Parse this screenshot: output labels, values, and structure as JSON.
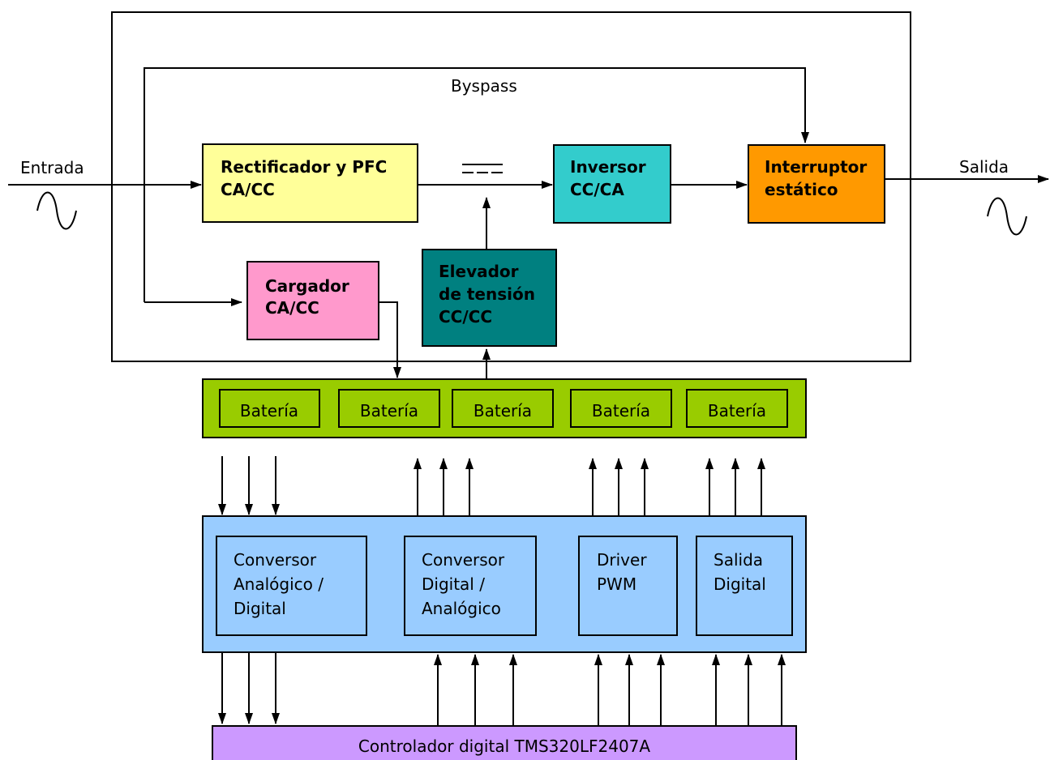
{
  "labels": {
    "bypass": "Byspass",
    "input": "Entrada",
    "output": "Salida"
  },
  "ups_blocks": {
    "rectifier": {
      "line1": "Rectificador y PFC",
      "line2": "CA/CC",
      "color": "#ffff99"
    },
    "inverter": {
      "line1": "Inversor",
      "line2": "CC/CA",
      "color": "#33cccc"
    },
    "static_switch": {
      "line1": "Interruptor",
      "line2": "estático",
      "color": "#ff9900"
    },
    "charger": {
      "line1": "Cargador",
      "line2": "CA/CC",
      "color": "#ff99cc"
    },
    "booster": {
      "line1": "Elevador",
      "line2": "de tensión",
      "line3": "CC/CC",
      "color": "#008080"
    }
  },
  "battery_bank": {
    "color": "#99cc00",
    "cells": [
      "Batería",
      "Batería",
      "Batería",
      "Batería",
      "Batería"
    ]
  },
  "interface_board": {
    "color": "#99ccff",
    "modules": [
      {
        "line1": "Conversor",
        "line2": "Analógico /",
        "line3": "Digital"
      },
      {
        "line1": "Conversor",
        "line2": "Digital /",
        "line3": "Analógico"
      },
      {
        "line1": "Driver",
        "line2": "PWM",
        "line3": ""
      },
      {
        "line1": "Salida",
        "line2": "Digital",
        "line3": ""
      }
    ]
  },
  "controller": {
    "label": "Controlador digital TMS320LF2407A",
    "color": "#cc99ff"
  },
  "icons": {
    "input_wave": "ac-sine-icon",
    "output_wave": "ac-sine-icon",
    "dc_bus": "dc-symbol-icon"
  }
}
